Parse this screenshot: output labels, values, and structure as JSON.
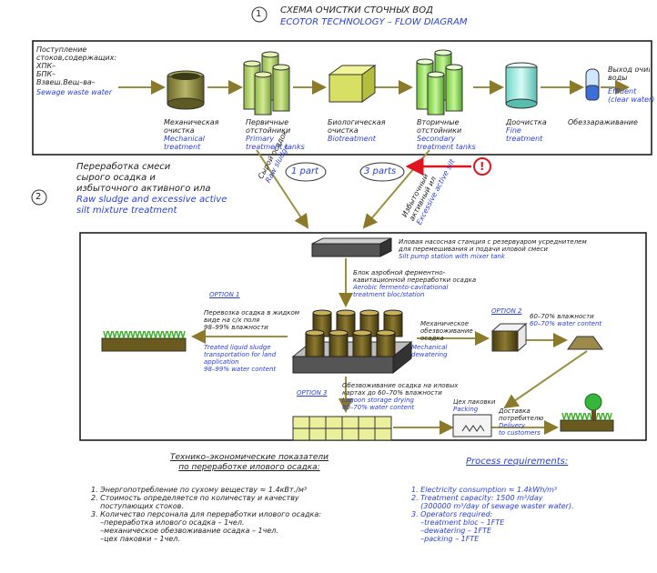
{
  "header": {
    "num": "1",
    "title_ru": "СХЕМА ОЧИСТКИ СТОЧНЫХ ВОД",
    "title_en": "ECOTOR TECHNOLOGY – FLOW DIAGRAM"
  },
  "inflow": {
    "ru": [
      "Поступление стоков,содержащих:",
      "ХПК–",
      "БПК–",
      "Взвеш.Вещ–ва–"
    ],
    "en": "Sewage waste water"
  },
  "stages": [
    {
      "ru": [
        "Механическая",
        "очистка"
      ],
      "en": [
        "Mechanical",
        "treatment"
      ]
    },
    {
      "ru": [
        "Первичные",
        "отстойники"
      ],
      "en": [
        "Primary",
        "treatment tanks"
      ]
    },
    {
      "ru": [
        "Биологическая",
        "очистка"
      ],
      "en": [
        "Biotreatment"
      ]
    },
    {
      "ru": [
        "Вторичные",
        "отстойники"
      ],
      "en": [
        "Secondary",
        "treatment tanks"
      ]
    },
    {
      "ru": [
        "Доочистка"
      ],
      "en": [
        "Fine",
        "treatment"
      ]
    },
    {
      "ru": [
        "Обеззараживание"
      ],
      "en": []
    }
  ],
  "effluent": {
    "ru": [
      "Выход очищенной",
      "воды"
    ],
    "en": [
      "Effluent",
      "(clear water)"
    ]
  },
  "flows": {
    "raw_ru": "Сырой осадок",
    "raw_en": "Raw sludge",
    "excess_ru": [
      "Избыточный",
      "активный ил"
    ],
    "excess_en": "Excessive active silt",
    "part1": "1 part",
    "part3": "3 parts",
    "warn": "!"
  },
  "section2": {
    "num": "2",
    "ru": [
      "Переработка смеси",
      "сырого осадка и",
      "избыточного активного ила"
    ],
    "en": [
      "Raw sludge and excessive active",
      "silt mixture treatment"
    ]
  },
  "pump": {
    "ru": [
      "Иловая насосная станция с резервуаром усреднителем",
      "для перемешивания и подачи иловой смеси"
    ],
    "en": "Silt pump station with mixer tank"
  },
  "bloc": {
    "ru": [
      "Блок аэробной ферментно-",
      "кавитационной переработки осадка"
    ],
    "en": [
      "Aerobic fermento-cavitational",
      "treatment bloc/station"
    ]
  },
  "option1": {
    "label": "OPTION 1",
    "ru": [
      "Перевозка осадка в жидком",
      "виде на с/х поля",
      "98–99% влажности"
    ],
    "en": [
      "Treated liquid sludge",
      "transportation for land",
      "application",
      "98–99% water content"
    ]
  },
  "option2": {
    "label": "OPTION 2",
    "mech_ru": [
      "Механическое",
      "обезвоживание осадка"
    ],
    "mech_en": [
      "Mechanical",
      "dewatering"
    ],
    "cont_ru": "60–70% влажности",
    "cont_en": "60–70% water content"
  },
  "option3": {
    "label": "OPTION 3",
    "ru": [
      "Обезвоживание осадка на иловых",
      "картах до 60–70% влажности"
    ],
    "en": [
      "Lagoon storage drying",
      "60–70% water content"
    ]
  },
  "packing": {
    "ru": "Цех паковки",
    "en": "Packing"
  },
  "delivery": {
    "ru": [
      "Доставка",
      "потребителю"
    ],
    "en": [
      "Delivery",
      "to customers"
    ]
  },
  "econ": {
    "title_ru": [
      "Технико–экономические показатели",
      "по переработке илового осадка:"
    ],
    "items": [
      "1. Энергопотребление по сухому веществу ≈ 1.4кВт./м³",
      "2. Стоимость определяется по количеству и качеству",
      "    поступающих стоков.",
      "3. Количество персонала для переработки илового осадка:",
      "    –переработка илового осадка – 1чел.",
      "    –механическое обезвоживание осадка – 1чел.",
      "    –цех паковки – 1чел."
    ]
  },
  "proc": {
    "title_en": "Process requirements:",
    "items": [
      "1. Electricity consumption ≈ 1.4kWh/m³",
      "2. Treatment capacity: 1500 m³/day",
      "    (300000 m³/day of sewage waster water).",
      "3. Operators required:",
      "    –treatment bloc – 1FTE",
      "    –dewatering – 1FTE",
      "    –packing – 1FTE"
    ]
  },
  "colors": {
    "accent_blue": "#2a3fd6",
    "warn_red": "#e0141e",
    "sludge_brown": "#6b5a1e"
  }
}
